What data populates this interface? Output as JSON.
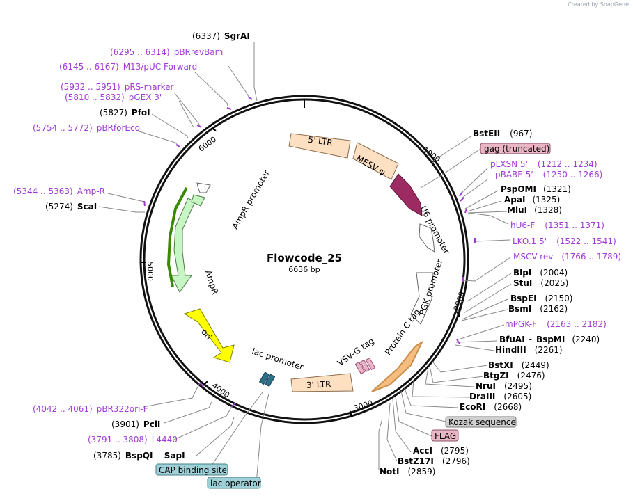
{
  "plasmid": {
    "name": "Flowcode_25",
    "size": "6636 bp"
  },
  "credit": "Created by SnapGene",
  "ticks": [
    "1000",
    "2000",
    "3000",
    "4000",
    "5000",
    "6000"
  ],
  "colors": {
    "primer": "#a23bd6",
    "gag_box": "#e8b6c4",
    "flag_box": "#e8b6c4",
    "kozak_box": "#cfcfcf",
    "cap_box": "#9fd0d8",
    "lac_op_box": "#9fd0d8",
    "ltr": "#fde0c2",
    "u6": "#9c2b62",
    "ampr": "#c8f5c4",
    "ori": "#ffff00"
  },
  "features": [
    {
      "id": "ltr5",
      "label": "5' LTR"
    },
    {
      "id": "mesv",
      "label": "MESV ψ"
    },
    {
      "id": "u6",
      "label": "U6 promoter"
    },
    {
      "id": "pgk",
      "label": "PGK promoter"
    },
    {
      "id": "proteinc",
      "label": "Protein C tag"
    },
    {
      "id": "vsvg",
      "label": "VSV-G tag"
    },
    {
      "id": "ltr3",
      "label": "3' LTR"
    },
    {
      "id": "lacprom",
      "label": "lac promoter"
    },
    {
      "id": "ori",
      "label": "ori"
    },
    {
      "id": "ampr",
      "label": "AmpR"
    },
    {
      "id": "amprprom",
      "label": "AmpR promoter"
    }
  ],
  "labels": [
    {
      "id": "sgrai",
      "kind": "enzyme",
      "pos": "(6337)",
      "name": "SgrAI"
    },
    {
      "id": "pbrrevbam",
      "kind": "primer",
      "pos": "(6295 .. 6314)",
      "name": "pBRrevBam"
    },
    {
      "id": "m13puc",
      "kind": "primer",
      "pos": "(6145 .. 6167)",
      "name": "M13/pUC Forward"
    },
    {
      "id": "prsmarker",
      "kind": "primer",
      "pos": "(5932 .. 5951)",
      "name": "pRS-marker"
    },
    {
      "id": "pgex3",
      "kind": "primer",
      "pos": "(5810 .. 5832)",
      "name": "pGEX 3'"
    },
    {
      "id": "pfoi",
      "kind": "enzyme",
      "pos": "(5827)",
      "name": "PfoI"
    },
    {
      "id": "pbrforeco",
      "kind": "primer",
      "pos": "(5754 .. 5772)",
      "name": "pBRforEco"
    },
    {
      "id": "ampr_primer",
      "kind": "primer",
      "pos": "(5344 .. 5363)",
      "name": "Amp-R"
    },
    {
      "id": "scai",
      "kind": "enzyme",
      "pos": "(5274)",
      "name": "ScaI"
    },
    {
      "id": "bsteii",
      "kind": "enzyme",
      "pos": "(967)",
      "name": "BstEII"
    },
    {
      "id": "gag",
      "kind": "box",
      "name": "gag (truncated)"
    },
    {
      "id": "plxsn5",
      "kind": "primer",
      "pos": "(1212 .. 1234)",
      "name": "pLXSN 5'"
    },
    {
      "id": "pbabe5",
      "kind": "primer",
      "pos": "(1250 .. 1266)",
      "name": "pBABE 5'"
    },
    {
      "id": "pspomi",
      "kind": "enzyme",
      "pos": "(1321)",
      "name": "PspOMI"
    },
    {
      "id": "apai",
      "kind": "enzyme",
      "pos": "(1325)",
      "name": "ApaI"
    },
    {
      "id": "mlui",
      "kind": "enzyme",
      "pos": "(1328)",
      "name": "MluI"
    },
    {
      "id": "hu6f",
      "kind": "primer",
      "pos": "(1351 .. 1371)",
      "name": "hU6-F"
    },
    {
      "id": "lko15",
      "kind": "primer",
      "pos": "(1522 .. 1541)",
      "name": "LKO.1 5'"
    },
    {
      "id": "msvcrev",
      "kind": "primer",
      "pos": "(1766 .. 1789)",
      "name": "MSCV-rev"
    },
    {
      "id": "blpi",
      "kind": "enzyme",
      "pos": "(2004)",
      "name": "BlpI"
    },
    {
      "id": "stui",
      "kind": "enzyme",
      "pos": "(2025)",
      "name": "StuI"
    },
    {
      "id": "bspei",
      "kind": "enzyme",
      "pos": "(2150)",
      "name": "BspEI"
    },
    {
      "id": "bsmi",
      "kind": "enzyme",
      "pos": "(2162)",
      "name": "BsmI"
    },
    {
      "id": "mpgkf",
      "kind": "primer",
      "pos": "(2163 .. 2182)",
      "name": "mPGK-F"
    },
    {
      "id": "bfuai",
      "kind": "enzyme2",
      "pos": "(2240)",
      "name": "BfuAI",
      "name2": "BspMI"
    },
    {
      "id": "hindiii",
      "kind": "enzyme",
      "pos": "(2261)",
      "name": "HindIII"
    },
    {
      "id": "bstxi",
      "kind": "enzyme",
      "pos": "(2449)",
      "name": "BstXI"
    },
    {
      "id": "btgzi",
      "kind": "enzyme",
      "pos": "(2476)",
      "name": "BtgZI"
    },
    {
      "id": "nrui",
      "kind": "enzyme",
      "pos": "(2495)",
      "name": "NruI"
    },
    {
      "id": "draiii",
      "kind": "enzyme",
      "pos": "(2605)",
      "name": "DraIII"
    },
    {
      "id": "ecori",
      "kind": "enzyme",
      "pos": "(2668)",
      "name": "EcoRI"
    },
    {
      "id": "kozak",
      "kind": "box",
      "name": "Kozak sequence"
    },
    {
      "id": "flag",
      "kind": "box",
      "name": "FLAG"
    },
    {
      "id": "acci",
      "kind": "enzyme",
      "pos": "(2795)",
      "name": "AccI"
    },
    {
      "id": "bstz17i",
      "kind": "enzyme",
      "pos": "(2796)",
      "name": "BstZ17I"
    },
    {
      "id": "noti",
      "kind": "enzyme",
      "pos": "(2859)",
      "name": "NotI"
    },
    {
      "id": "pbr322ori",
      "kind": "primer",
      "pos": "(4042 .. 4061)",
      "name": "pBR322ori-F"
    },
    {
      "id": "pcii",
      "kind": "enzyme",
      "pos": "(3901)",
      "name": "PciI"
    },
    {
      "id": "l4440",
      "kind": "primer",
      "pos": "(3791 .. 3808)",
      "name": "L4440"
    },
    {
      "id": "bspqi",
      "kind": "enzyme2",
      "pos": "(3785)",
      "name": "BspQI",
      "name2": "SapI"
    },
    {
      "id": "capsite",
      "kind": "box",
      "name": "CAP binding site"
    },
    {
      "id": "lacop",
      "kind": "box",
      "name": "lac operator"
    }
  ]
}
